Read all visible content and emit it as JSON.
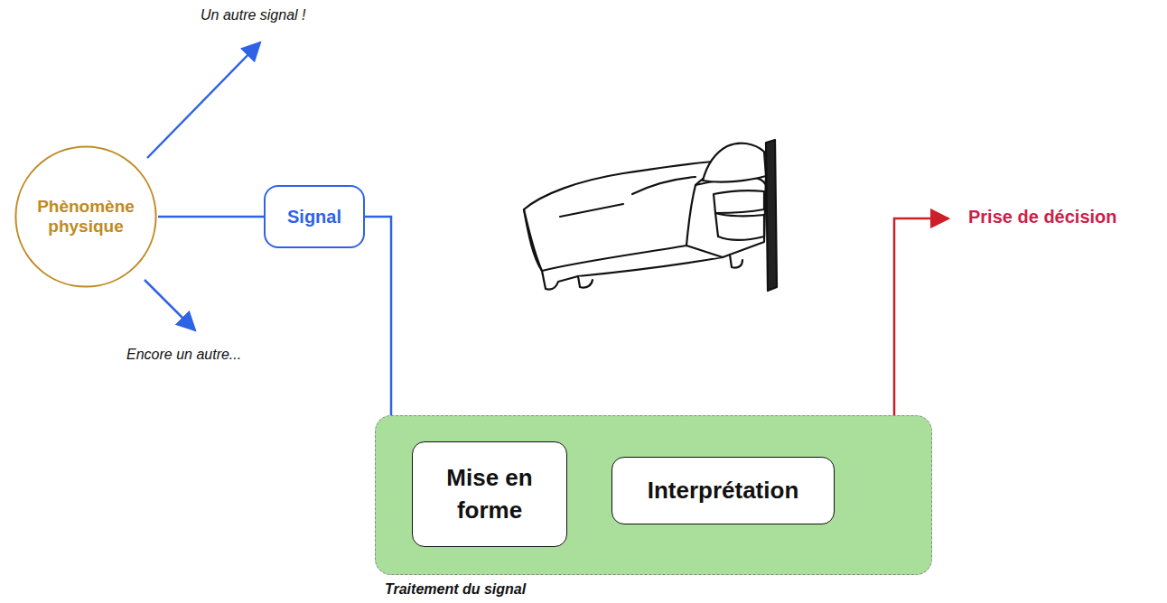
{
  "diagram": {
    "nodes": [
      {
        "text": [
          "Phènomène physique"
        ]
      },
      {
        "text": [
          "Signal"
        ]
      },
      {
        "text": [
          "Traitement du signal"
        ]
      },
      {
        "text": [
          "Mise en forme"
        ],
        "in": 2
      },
      {
        "text": [
          "Interprétation"
        ],
        "in": 2
      }
    ],
    "edges": [
      {
        "from": 0,
        "to": 1,
        "arrow": "none"
      },
      {
        "from": 1,
        "to": 3,
        "arrow": "none"
      },
      {
        "from": 3,
        "to": 4,
        "arrow": "none"
      }
    ],
    "labels": [
      "Un autre signal !",
      "Encore un autre...",
      "Prise de décision"
    ]
  }
}
